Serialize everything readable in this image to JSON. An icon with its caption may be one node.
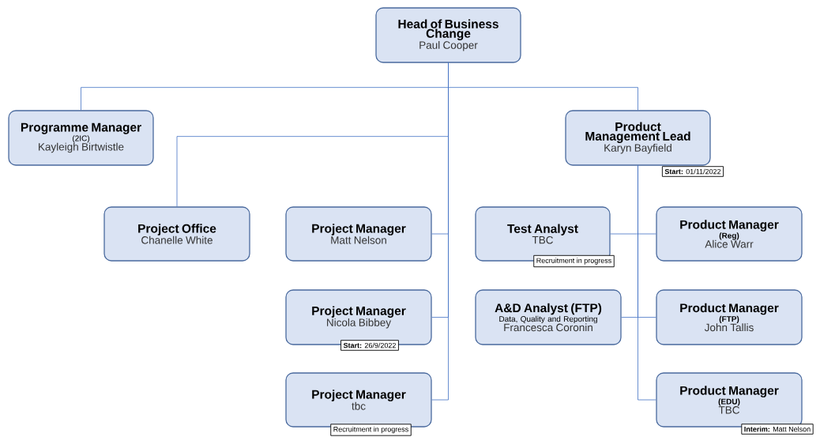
{
  "diagram": {
    "nodes": [
      {
        "text": [
          "Head of Business Change",
          "Paul Cooper"
        ]
      },
      {
        "text": [
          "Programme Manager",
          "(2IC)",
          "Kayleigh Birtwistle"
        ]
      },
      {
        "text": [
          "Product Management Lead",
          "Karyn Bayfield"
        ],
        "beside": [
          "**Start:** 01/11/2022"
        ]
      },
      {
        "text": [
          "Project Office",
          "Chanelle White"
        ]
      },
      {
        "text": [
          "Project Manager",
          "Matt Nelson"
        ]
      },
      {
        "text": [
          "Project Manager",
          "Nicola Bibbey"
        ],
        "beside": [
          "**Start:** 26/9/2022"
        ]
      },
      {
        "text": [
          "Project Manager",
          "tbc"
        ],
        "beside": [
          "Recruitment in progress"
        ]
      },
      {
        "text": [
          "Test Analyst",
          "TBC"
        ],
        "beside": [
          "Recruitment in progress"
        ]
      },
      {
        "text": [
          "Product Manager",
          "(Reg)",
          "Alice Warr"
        ]
      },
      {
        "text": [
          "A&D Analyst (FTP)",
          "Data, Quality and Reporting",
          "Francesca Coronin"
        ]
      },
      {
        "text": [
          "Product Manager",
          "(FTP)",
          "John Tallis"
        ]
      },
      {
        "text": [
          "Product Manager",
          "(EDU)",
          "TBC"
        ],
        "beside": [
          "**Interim:** Matt Nelson"
        ]
      }
    ],
    "edges": [
      {
        "from": 0,
        "to": 1,
        "arrow": "none"
      },
      {
        "from": 0,
        "to": 2,
        "arrow": "none"
      },
      {
        "from": 0,
        "to": 3,
        "arrow": "none"
      },
      {
        "from": 0,
        "to": 4,
        "arrow": "none"
      },
      {
        "from": 0,
        "to": 5,
        "arrow": "none"
      },
      {
        "from": 0,
        "to": 6,
        "arrow": "none"
      },
      {
        "from": 2,
        "to": 7,
        "arrow": "none"
      },
      {
        "from": 2,
        "to": 8,
        "arrow": "none"
      },
      {
        "from": 2,
        "to": 9,
        "arrow": "none"
      },
      {
        "from": 2,
        "to": 10,
        "arrow": "none"
      },
      {
        "from": 2,
        "to": 11,
        "arrow": "none"
      }
    ]
  }
}
